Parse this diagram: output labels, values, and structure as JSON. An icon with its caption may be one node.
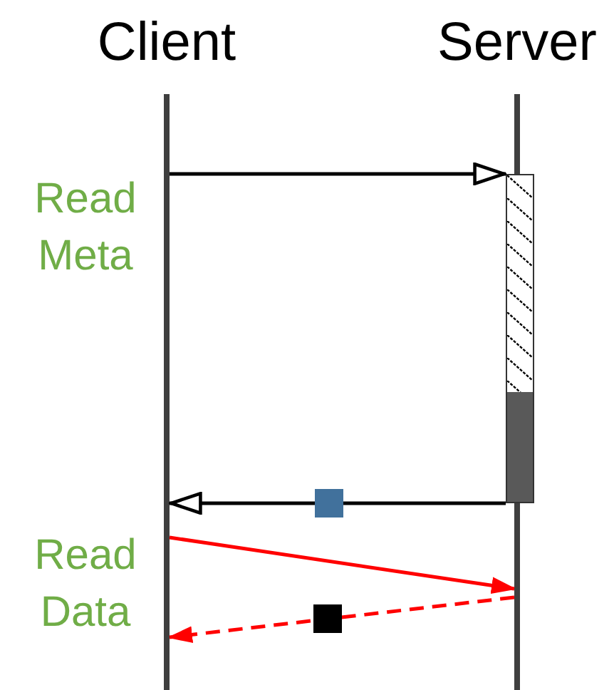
{
  "diagram": {
    "nodes": [
      {
        "text": [
          "Client"
        ]
      },
      {
        "text": [
          "Server"
        ]
      },
      {
        "text": [],
        "shape": "bar"
      }
    ],
    "edges": [
      {
        "from": 0,
        "to": 2,
        "arrow": "to"
      },
      {
        "from": 2,
        "to": 0,
        "arrow": "to"
      },
      {
        "from": 0,
        "to": 1,
        "arrow": "to",
        "color": "#ff0000"
      },
      {
        "from": 1,
        "to": 0,
        "arrow": "to",
        "style": "dashed",
        "color": "#ff0000"
      }
    ],
    "labels": [
      "Read Meta",
      "Read Data"
    ]
  }
}
